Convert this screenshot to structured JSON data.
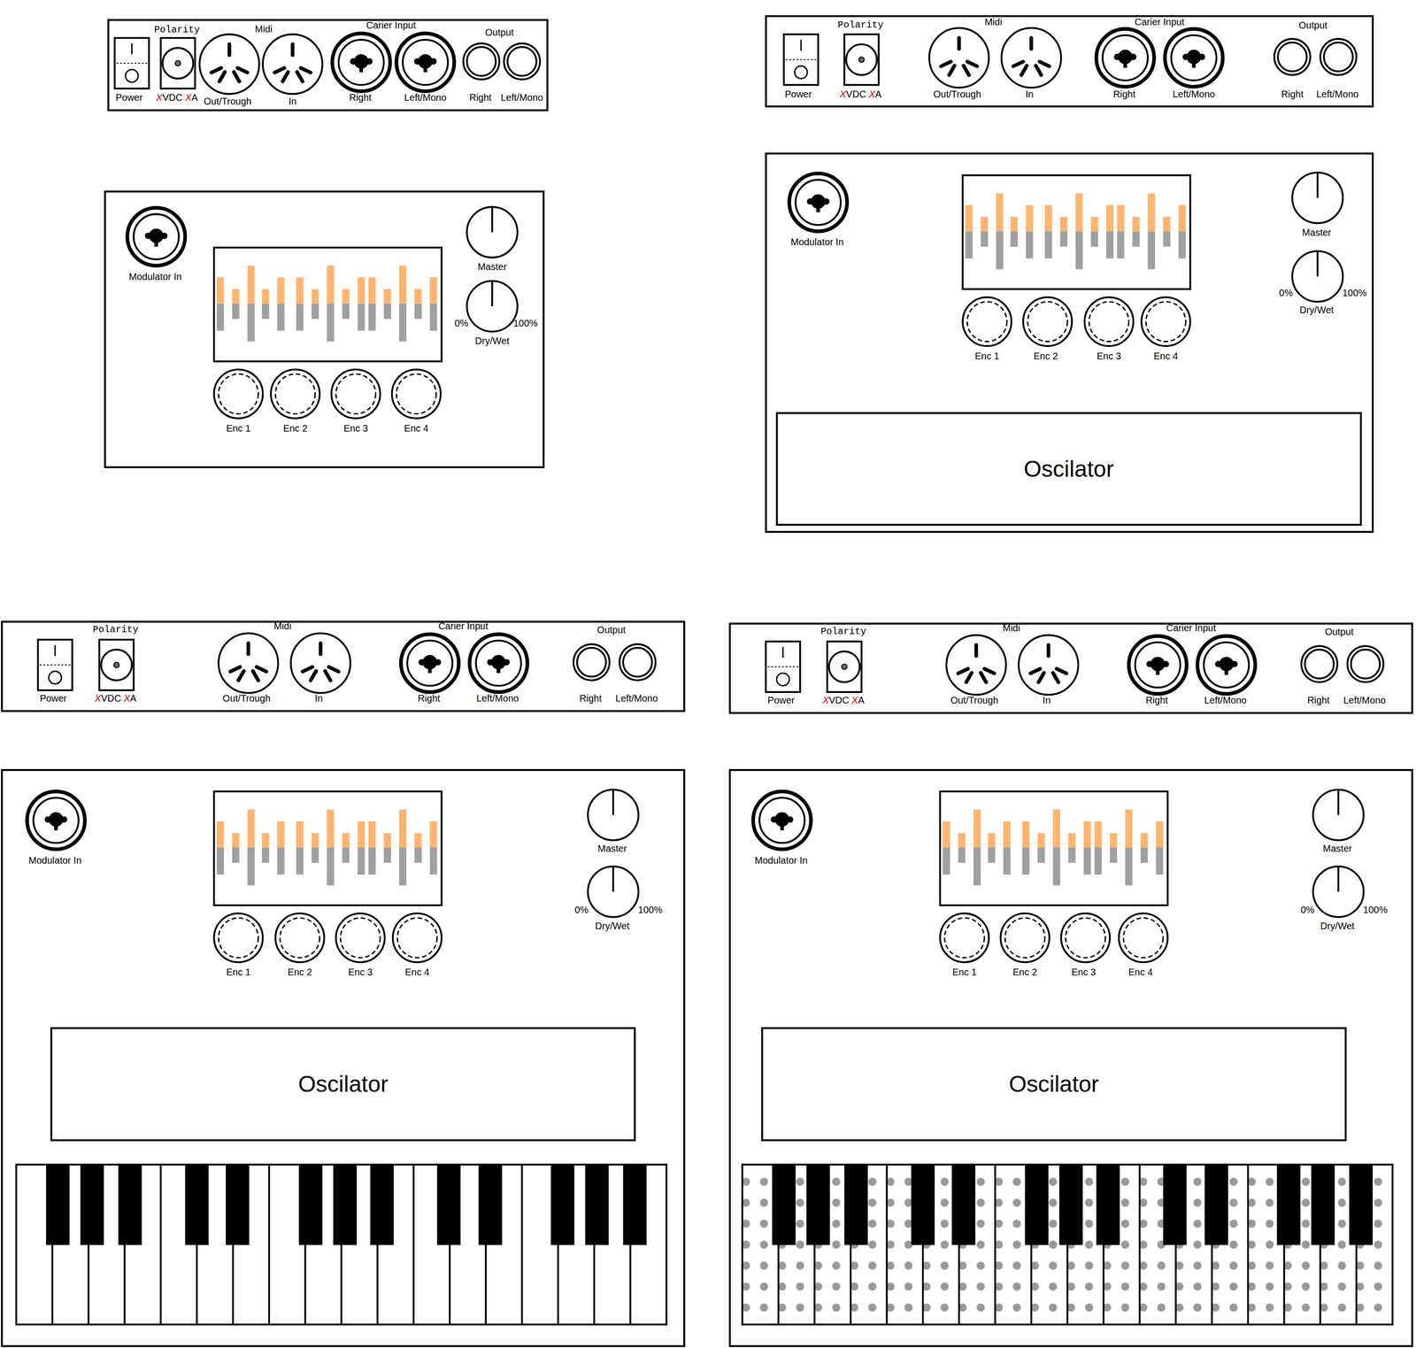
{
  "diagram": {
    "nodes": [
      {
        "text": [
          "Power",
          "Polarity",
          "XVDC XA",
          "Midi",
          "Out/Trough",
          "In",
          "Carier Input",
          "Right",
          "Left/Mono",
          "Output",
          "Right",
          "Left/Mono"
        ]
      },
      {
        "text": [
          "Modulator In",
          "Master",
          "0%",
          "100%",
          "Dry/Wet",
          "Enc 1",
          "Enc 2",
          "Enc 3",
          "Enc 4"
        ]
      },
      {
        "text": [
          "Power",
          "Polarity",
          "XVDC XA",
          "Midi",
          "Out/Trough",
          "In",
          "Carier Input",
          "Right",
          "Left/Mono",
          "Output",
          "Right",
          "Left/Mono"
        ]
      },
      {
        "text": [
          "Modulator In",
          "Master",
          "0%",
          "100%",
          "Dry/Wet",
          "Enc 1",
          "Enc 2",
          "Enc 3",
          "Enc 4"
        ]
      },
      {
        "text": [
          "Oscilator"
        ],
        "in": 3
      },
      {
        "text": [
          "Power",
          "Polarity",
          "XVDC XA",
          "Midi",
          "Out/Trough",
          "In",
          "Carier Input",
          "Right",
          "Left/Mono",
          "Output",
          "Right",
          "Left/Mono"
        ]
      },
      {
        "text": [
          "Modulator In",
          "Master",
          "0%",
          "100%",
          "Dry/Wet",
          "Enc 1",
          "Enc 2",
          "Enc 3",
          "Enc 4"
        ]
      },
      {
        "text": [
          "Oscilator"
        ],
        "in": 6
      },
      {
        "text": [
          "Power",
          "Polarity",
          "XVDC XA",
          "Midi",
          "Out/Trough",
          "In",
          "Carier Input",
          "Right",
          "Left/Mono",
          "Output",
          "Right",
          "Left/Mono"
        ]
      },
      {
        "text": [
          "Modulator In",
          "Master",
          "0%",
          "100%",
          "Dry/Wet",
          "Enc 1",
          "Enc 2",
          "Enc 3",
          "Enc 4"
        ]
      },
      {
        "text": [
          "Oscilator"
        ],
        "in": 9
      }
    ]
  }
}
